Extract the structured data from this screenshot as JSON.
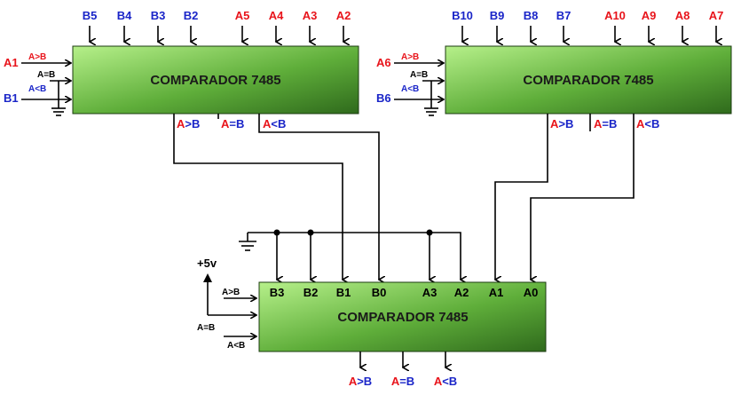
{
  "blocks": {
    "top_left": {
      "title": "COMPARADOR 7485",
      "b_inputs": [
        "B5",
        "B4",
        "B3",
        "B2"
      ],
      "a_inputs": [
        "A5",
        "A4",
        "A3",
        "A2"
      ],
      "side_a": "A1",
      "side_b": "B1",
      "cascade": {
        "gt": "A>B",
        "eq": "A=B",
        "lt": "A<B"
      },
      "outputs": {
        "gt_a": "A",
        "gt_op": ">B",
        "eq_a": "A",
        "eq_op": "=B",
        "lt_a": "A",
        "lt_op": "<B"
      }
    },
    "top_right": {
      "title": "COMPARADOR 7485",
      "b_inputs": [
        "B10",
        "B9",
        "B8",
        "B7"
      ],
      "a_inputs": [
        "A10",
        "A9",
        "A8",
        "A7"
      ],
      "side_a": "A6",
      "side_b": "B6",
      "cascade": {
        "gt": "A>B",
        "eq": "A=B",
        "lt": "A<B"
      },
      "outputs": {
        "gt_a": "A",
        "gt_op": ">B",
        "eq_a": "A",
        "eq_op": "=B",
        "lt_a": "A",
        "lt_op": "<B"
      }
    },
    "bottom": {
      "title": "COMPARADOR 7485",
      "inputs": [
        "B3",
        "B2",
        "B1",
        "B0",
        "A3",
        "A2",
        "A1",
        "A0"
      ],
      "cascade": {
        "gt": "A>B",
        "eq": "A=B",
        "lt": "A<B"
      },
      "supply": "+5v",
      "outputs": {
        "gt_a": "A",
        "gt_op": ">B",
        "eq_a": "A",
        "eq_op": "=B",
        "lt_a": "A",
        "lt_op": "<B"
      }
    }
  },
  "colors": {
    "a_label": "#e8141b",
    "b_label": "#1a25c8",
    "block_light": "#b6f08a",
    "block_dark": "#2f6a1c"
  }
}
